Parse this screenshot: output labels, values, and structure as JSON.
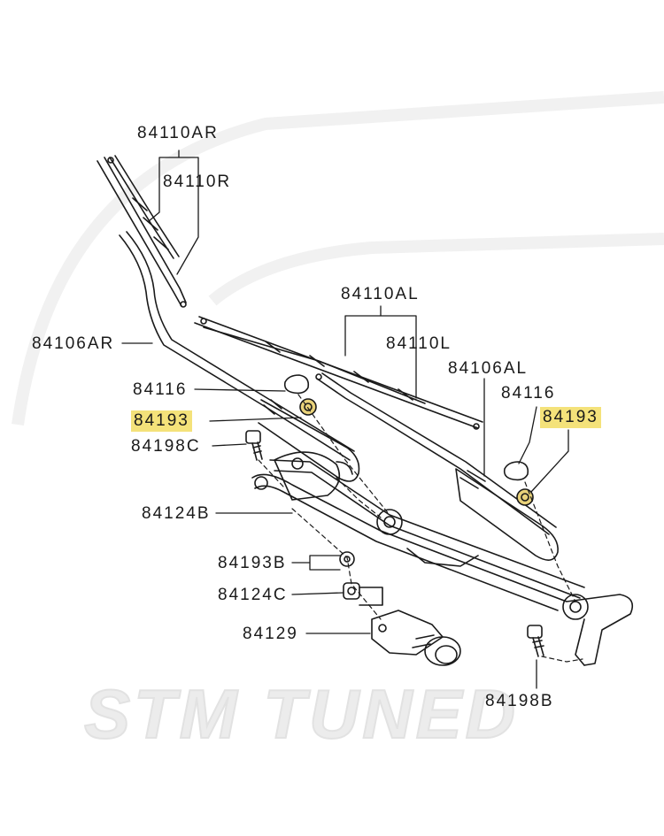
{
  "watermark": {
    "text": "STM TUNED"
  },
  "labels": {
    "p84110AR": "84110AR",
    "p84110R": "84110R",
    "p84110AL": "84110AL",
    "p84110L": "84110L",
    "p84106AR": "84106AR",
    "p84106AL": "84106AL",
    "p84116_left": "84116",
    "p84116_right": "84116",
    "p84193_left": "84193",
    "p84193_right": "84193",
    "p84198C": "84198C",
    "p84124B": "84124B",
    "p84193B": "84193B",
    "p84124C": "84124C",
    "p84129": "84129",
    "p84198B": "84198B"
  },
  "colors": {
    "highlight": "#f4e27a",
    "line": "#1a1a1a"
  }
}
